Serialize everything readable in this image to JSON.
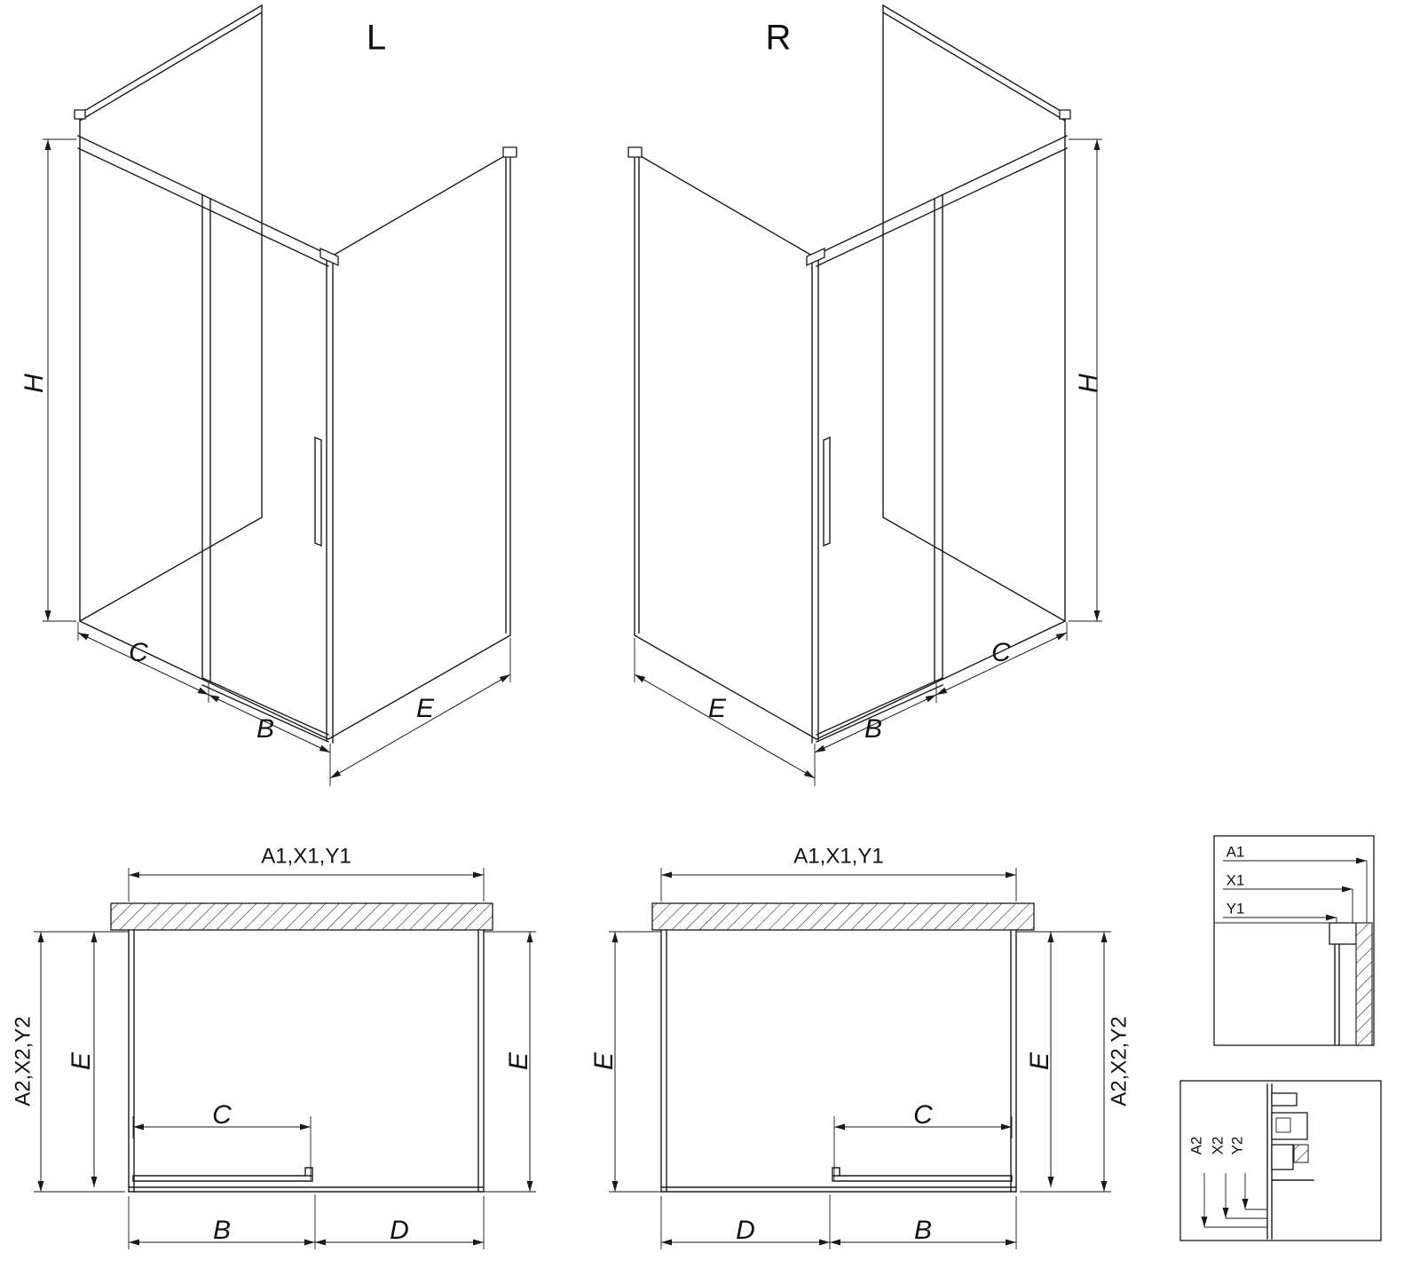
{
  "drawing": {
    "views": {
      "iso_left": {
        "title": "L",
        "dims": {
          "height": "H",
          "fixed": "C",
          "door": "B",
          "side": "E"
        }
      },
      "iso_right": {
        "title": "R",
        "dims": {
          "height": "H",
          "fixed": "C",
          "door": "B",
          "side": "E"
        }
      },
      "plan_left": {
        "width_top": "A1,X1,Y1",
        "depth_outer": "A2,X2,Y2",
        "depth_left": "E",
        "depth_right": "E",
        "opening": "C",
        "door": "B",
        "fixed": "D"
      },
      "plan_right": {
        "width_top": "A1,X1,Y1",
        "depth_outer": "A2,X2,Y2",
        "depth_left": "E",
        "depth_right": "E",
        "opening": "C",
        "door": "B",
        "fixed": "D"
      },
      "detail_top": {
        "labels": [
          "A1",
          "X1",
          "Y1"
        ]
      },
      "detail_bottom": {
        "labels": [
          "A2",
          "X2",
          "Y2"
        ]
      }
    },
    "colors": {
      "line": "#1a1a1a",
      "background": "#ffffff"
    }
  }
}
